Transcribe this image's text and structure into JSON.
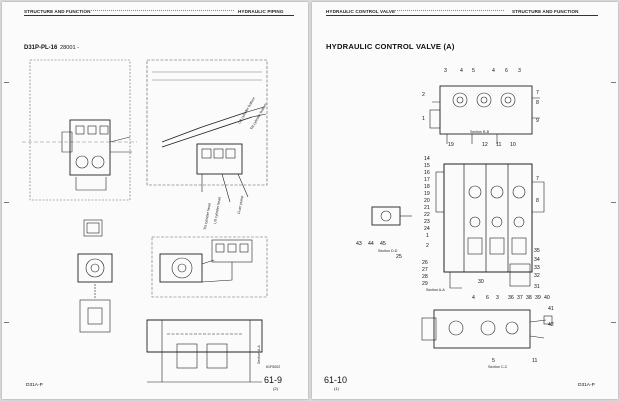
{
  "left_page": {
    "header_left": "STRUCTURE AND FUNCTION",
    "header_right": "HYDRAULIC PIPING",
    "model_label": "D31P-PL-16",
    "serial_label": "28001 -",
    "callouts": [
      "Lift cylinder bottom",
      "Tilt cylinder bottom",
      "Lift cylinder head",
      "Tilt cylinder head",
      "From pump"
    ],
    "section_label": "Section A-A",
    "drawing_code": "61F5002",
    "footer_model": "D31A-P",
    "page_number": "61-9",
    "page_sub": "(2)"
  },
  "right_page": {
    "header_left": "HYDRAULIC CONTROL VALVE",
    "header_right": "STRUCTURE AND FUNCTION",
    "title": "HYDRAULIC CONTROL VALVE (A)",
    "numbers_top": [
      "3",
      "4",
      "5",
      "4",
      "6",
      "3"
    ],
    "numbers_left": [
      "2",
      "1",
      "14",
      "15",
      "16",
      "17",
      "18",
      "19",
      "20",
      "21",
      "22",
      "23",
      "24",
      "1",
      "2",
      "25",
      "26",
      "27",
      "28",
      "29"
    ],
    "numbers_right": [
      "7",
      "8",
      "9",
      "7",
      "8",
      "35",
      "34",
      "33",
      "32",
      "31",
      "41",
      "42"
    ],
    "numbers_mid": [
      "19",
      "12",
      "11",
      "10",
      "30"
    ],
    "numbers_lower": [
      "4",
      "6",
      "3",
      "36",
      "37",
      "38",
      "39",
      "40",
      "5",
      "11"
    ],
    "detail_numbers": [
      "43",
      "44",
      "45"
    ],
    "section_bb": "Section B-B",
    "section_dd": "Section D-D",
    "section_aa": "Section A-A",
    "section_cc": "Section C-C",
    "page_number": "61-10",
    "page_sub": "(1)",
    "footer_model": "D31A-P"
  }
}
